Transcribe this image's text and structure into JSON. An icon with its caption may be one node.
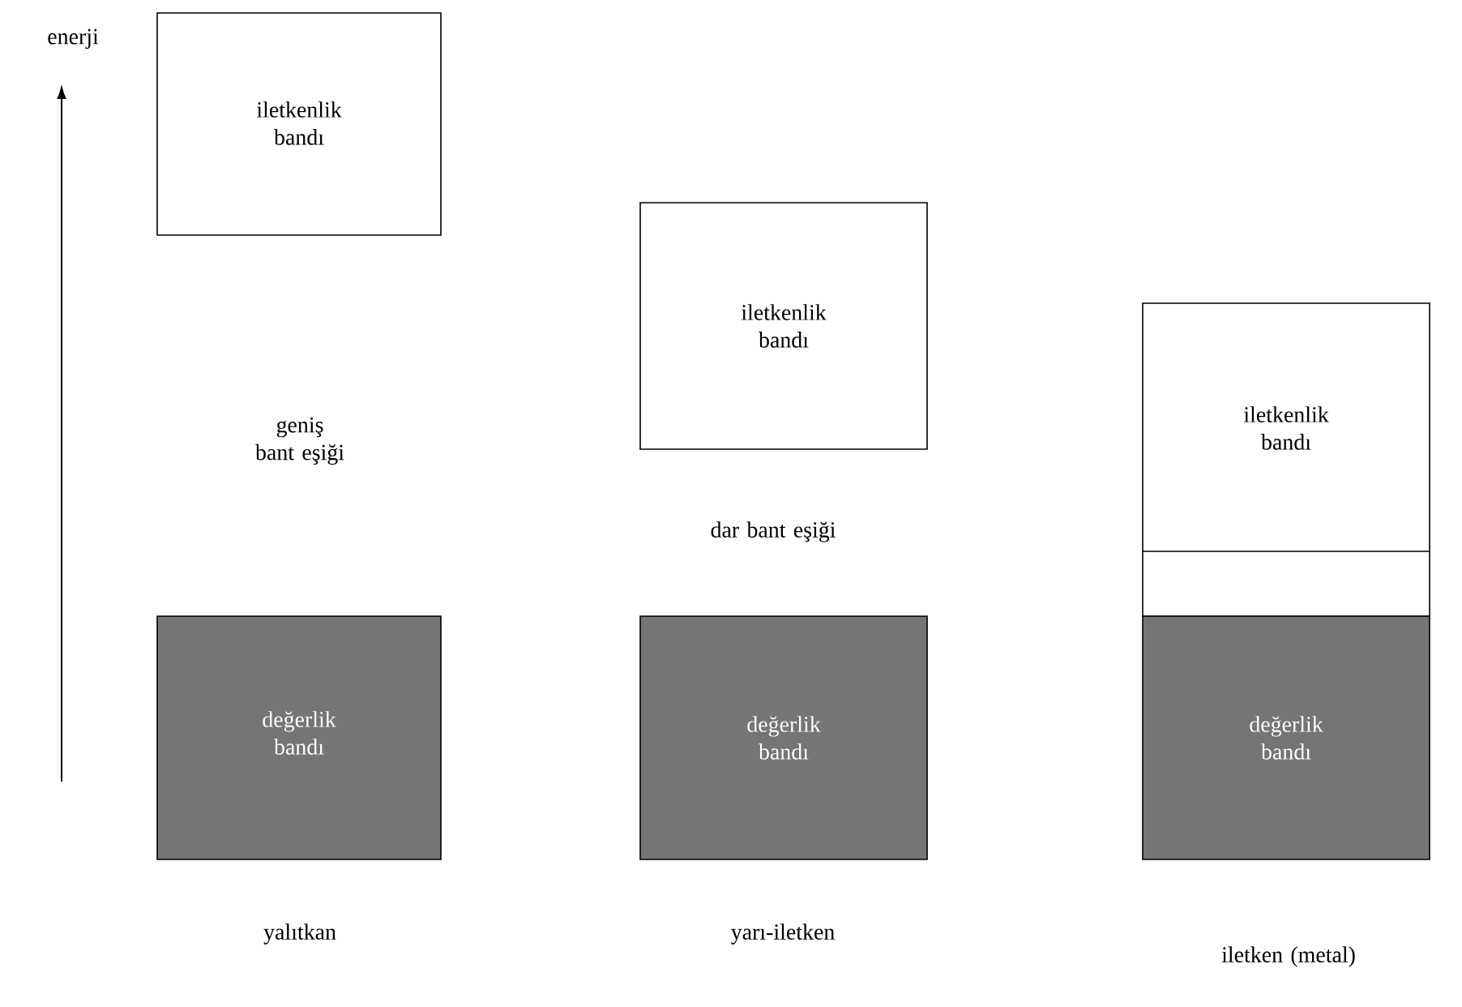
{
  "diagram": {
    "nodes": [
      {
        "text": [
          "iletkenlik bandı"
        ]
      },
      {
        "text": [
          "değerlik bandı"
        ]
      },
      {
        "text": [
          "iletkenlik bandı"
        ]
      },
      {
        "text": [
          "değerlik bandı"
        ]
      },
      {
        "text": [
          "iletkenlik bandı"
        ]
      },
      {
        "text": [
          "değerlik bandı"
        ]
      }
    ],
    "labels": [
      "enerji",
      "geniş bant eşiği",
      "dar bant eşiği",
      "yalıtkan",
      "yarı-iletken",
      "iletken (metal)"
    ]
  }
}
